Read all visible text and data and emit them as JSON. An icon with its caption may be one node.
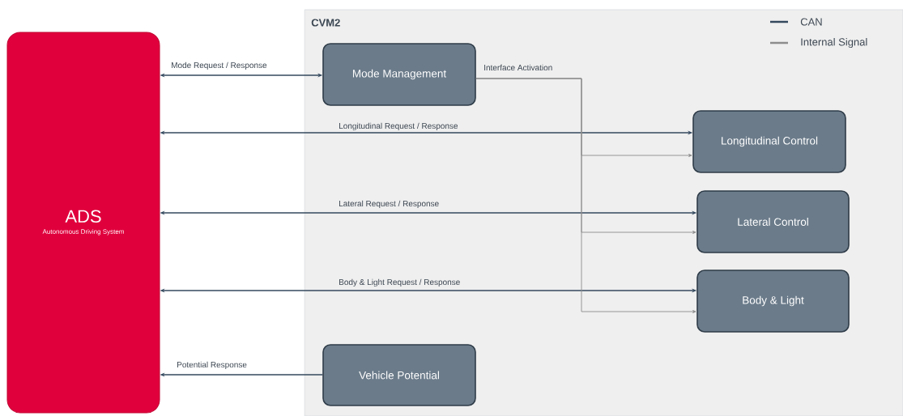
{
  "diagram": {
    "nodes": [
      {
        "text": [
          "ADS",
          "Autonomous Driving System"
        ]
      },
      {
        "text": [
          "CVM2"
        ]
      },
      {
        "text": [
          "Mode Management"
        ],
        "in": 1
      },
      {
        "text": [
          "Longitudinal Control"
        ],
        "in": 1
      },
      {
        "text": [
          "Lateral Control"
        ],
        "in": 1
      },
      {
        "text": [
          "Body & Light"
        ],
        "in": 1
      },
      {
        "text": [
          "Vehicle Potential"
        ],
        "in": 1
      }
    ],
    "edges": [
      {
        "from": 0,
        "to": 2,
        "arrow": "both",
        "label": "Mode Request / Response"
      },
      {
        "from": 0,
        "to": 3,
        "arrow": "both",
        "label": "Longitudinal Request / Response"
      },
      {
        "from": 0,
        "to": 4,
        "arrow": "both",
        "label": "Lateral Request / Response"
      },
      {
        "from": 0,
        "to": 5,
        "arrow": "both",
        "label": "Body & Light Request / Response"
      },
      {
        "from": 6,
        "to": 0,
        "arrow": "to",
        "label": "Potential Response"
      },
      {
        "from": 2,
        "to": 3,
        "arrow": "to",
        "label": "Interface Activation",
        "color": "#8c8c8c"
      },
      {
        "from": 2,
        "to": 4,
        "arrow": "to",
        "color": "#8c8c8c"
      },
      {
        "from": 2,
        "to": 5,
        "arrow": "to",
        "color": "#8c8c8c"
      }
    ],
    "legend": [
      {
        "text": "CAN"
      },
      {
        "text": "Internal Signal"
      }
    ]
  }
}
